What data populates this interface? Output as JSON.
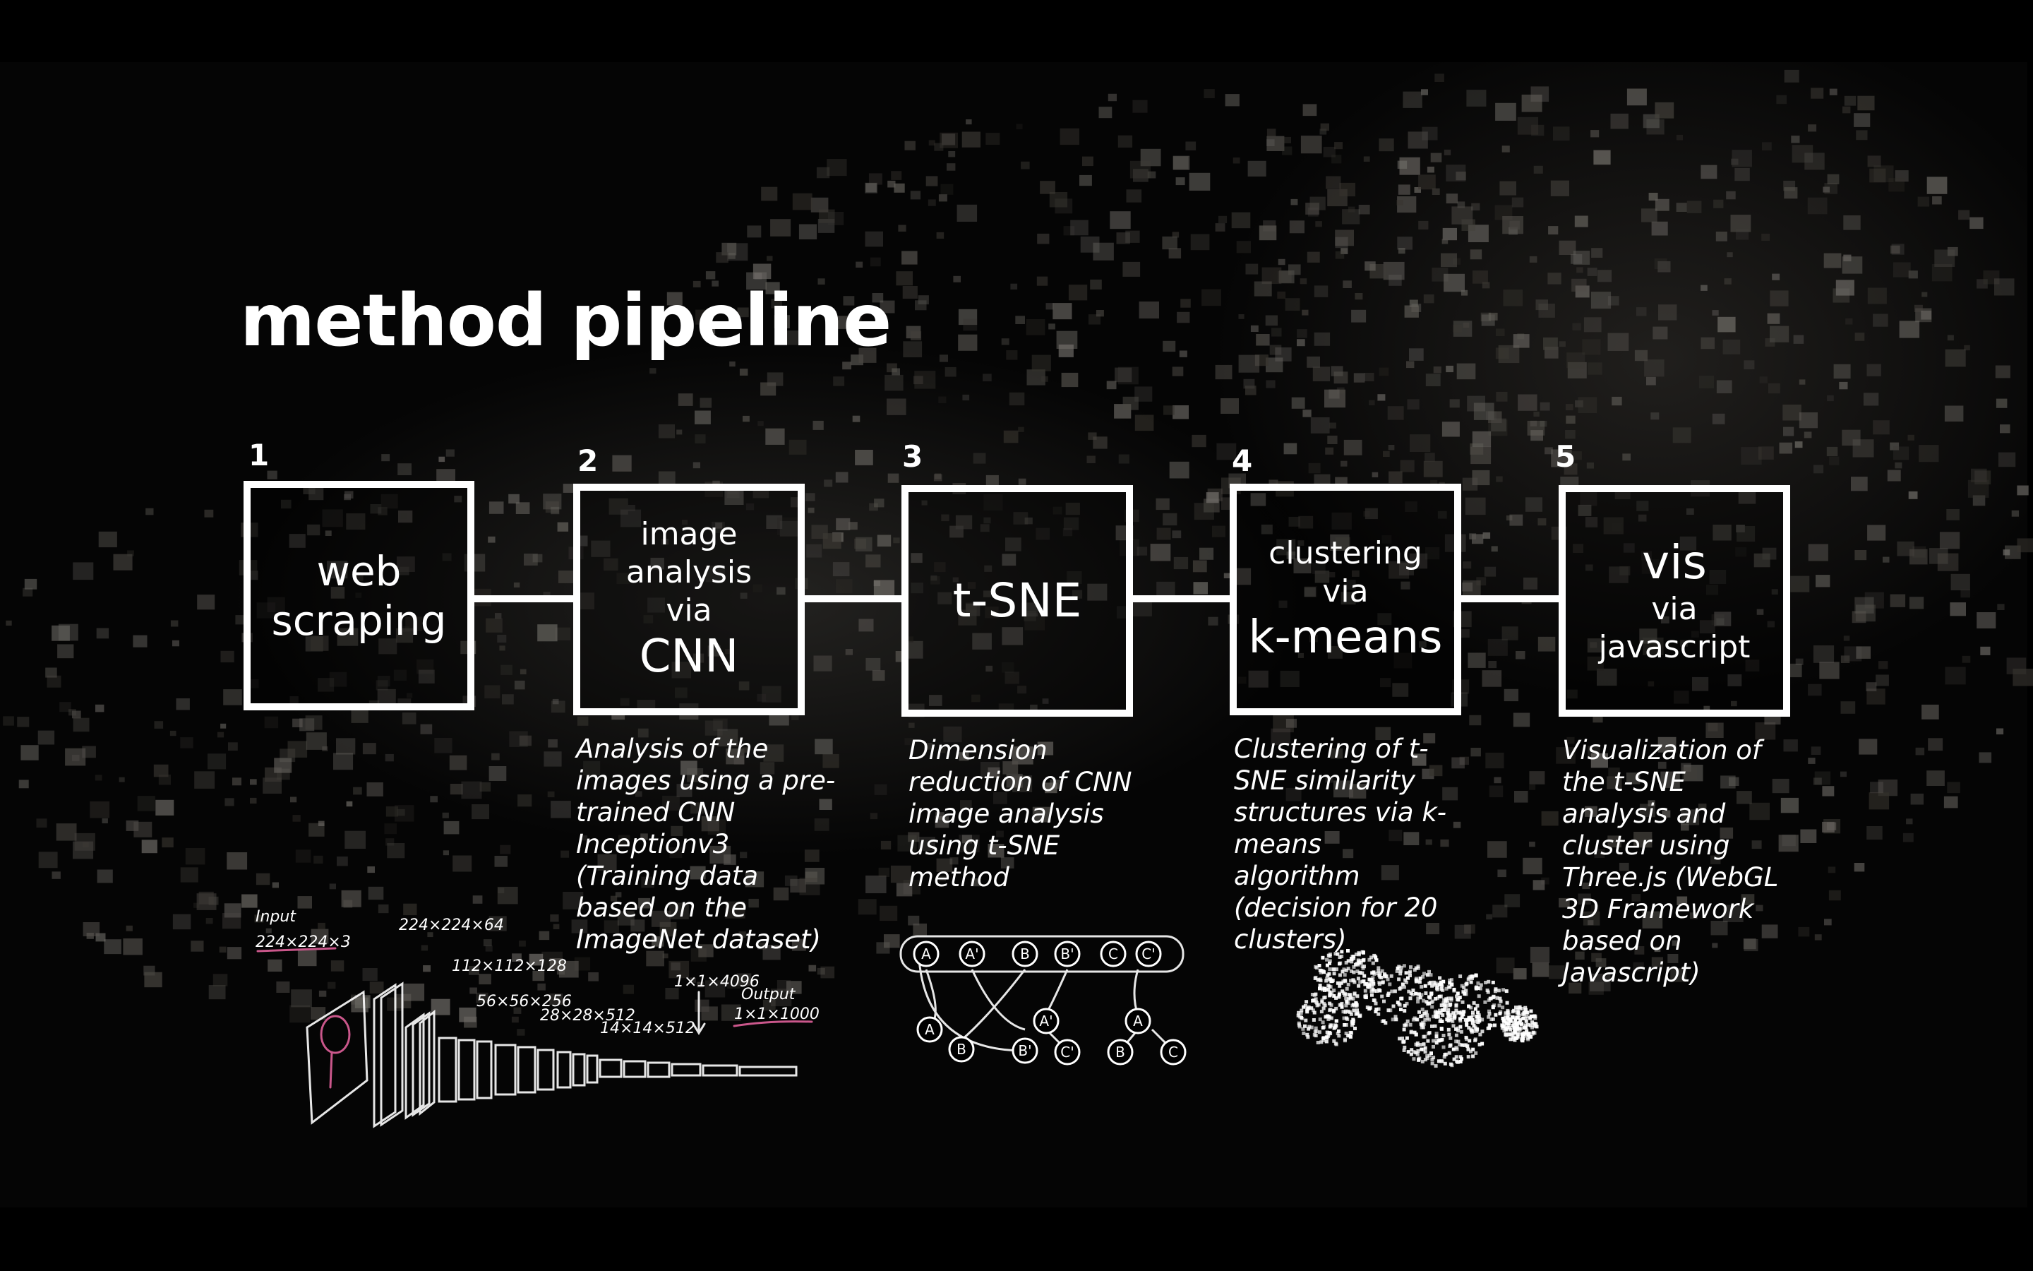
{
  "title": "method pipeline",
  "steps": [
    {
      "number": "1",
      "lines": [
        "web",
        "scraping",
        ""
      ],
      "description": ""
    },
    {
      "number": "2",
      "lines": [
        "image",
        "analysis",
        "via",
        "CNN"
      ],
      "description": "Analysis of the images using a pre-trained CNN Inceptionv3 (Training data based on the ImageNet dataset)"
    },
    {
      "number": "3",
      "lines": [
        "t-SNE"
      ],
      "description": "Dimension reduction of CNN image analysis using t-SNE method"
    },
    {
      "number": "4",
      "lines": [
        "clustering",
        "via",
        "k-means"
      ],
      "description": "Clustering of t-SNE similarity structures via k-means algorithm (decision for 20 clusters)"
    },
    {
      "number": "5",
      "lines": [
        "vis",
        "via",
        "javascript"
      ],
      "description": "Visualization of the t-SNE analysis and cluster using Three.js (WebGL 3D Framework based on Javascript)"
    }
  ],
  "cnn_sketch": {
    "input_label": "Input",
    "input_dims": "224×224×3",
    "layer_labels": [
      "224×224×64",
      "112×112×128",
      "56×56×256",
      "28×28×512",
      "14×14×512",
      "1×1×4096"
    ],
    "output_label": "Output",
    "output_dims": "1×1×1000"
  },
  "graph_sketch": {
    "top_nodes": [
      "A",
      "A'",
      "B",
      "B'",
      "C",
      "C'"
    ],
    "bottom_nodes": [
      "A",
      "B",
      "A'",
      "B'",
      "C'",
      "A",
      "B",
      "C"
    ]
  },
  "colors": {
    "background": "#000000",
    "foreground": "#ffffff",
    "accent": "#e0609a"
  }
}
